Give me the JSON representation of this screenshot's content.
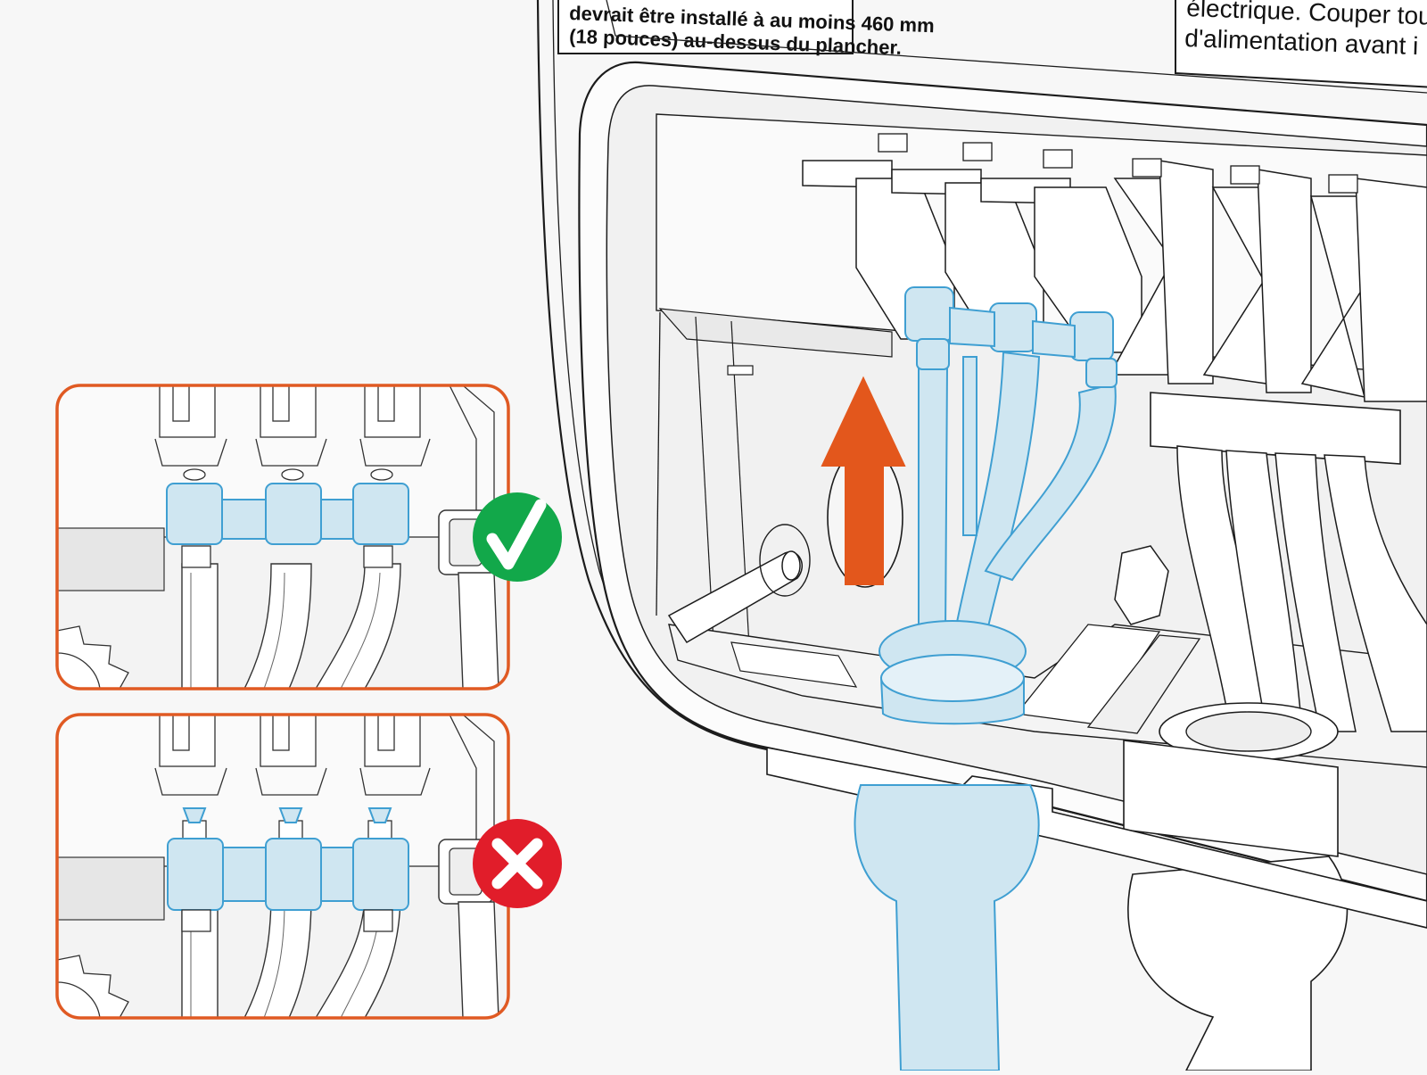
{
  "labels": {
    "left_line1": "devrait être installé à au moins 460 mm",
    "left_line2": "(18 pouces) au-dessus du plancher.",
    "right_line1": "électrique. Couper tou",
    "right_line2": "d'alimentation avant i"
  },
  "colors": {
    "background": "#f7f7f7",
    "line": "#1c1c1c",
    "highlight_fill": "#cfe6f1",
    "highlight_stroke": "#3f9fd2",
    "arrow": "#e3571c",
    "panel_border": "#e05a23",
    "ok_badge": "#12a84a",
    "bad_badge": "#e11d2a"
  },
  "icons": {
    "arrow": "arrow-up-icon",
    "ok": "checkmark-icon",
    "bad": "cross-icon"
  },
  "insets": [
    {
      "id": "correct",
      "verdict": "correct",
      "badge_icon": "checkmark-icon"
    },
    {
      "id": "incorrect",
      "verdict": "incorrect",
      "badge_icon": "cross-icon"
    }
  ]
}
